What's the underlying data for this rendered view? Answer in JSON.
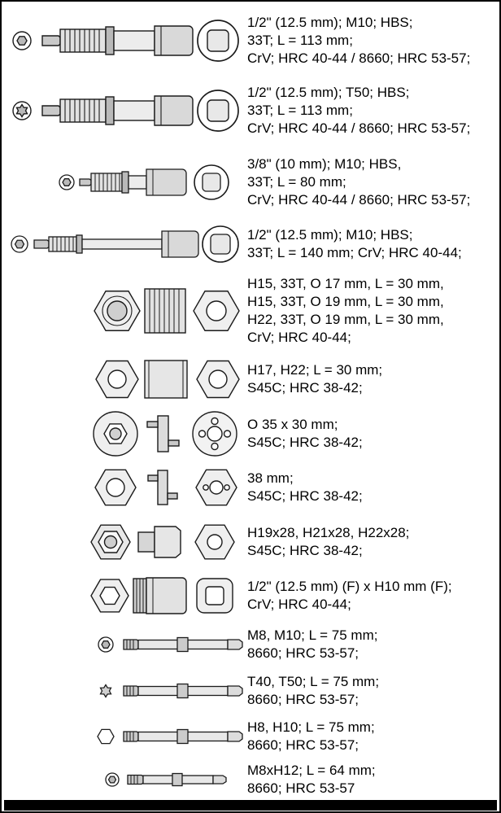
{
  "page": {
    "background": "#ffffff",
    "border_color": "#000000",
    "text_color": "#000000",
    "footer_bar_color": "#000000"
  },
  "rows": [
    {
      "tool": "hex-bit-socket-1-2-113",
      "end_view_icon": "hex-in-circle-icon",
      "lines": [
        "1/2\" (12.5 mm); M10; HBS;",
        "33T; L = 113 mm;",
        "CrV; HRC 40-44 / 8660; HRC 53-57;"
      ]
    },
    {
      "tool": "torx-bit-socket-1-2-113",
      "end_view_icon": "torx-in-circle-icon",
      "lines": [
        "1/2\" (12.5 mm); T50; HBS;",
        "33T; L = 113 mm;",
        "CrV; HRC 40-44 / 8660; HRC 53-57;"
      ]
    },
    {
      "tool": "hex-bit-socket-3-8-80",
      "end_view_icon": "hex-in-circle-icon",
      "lines": [
        "3/8\" (10 mm); M10; HBS,",
        "33T; L = 80 mm;",
        "CrV; HRC 40-44 / 8660; HRC 53-57;"
      ]
    },
    {
      "tool": "hex-bit-socket-1-2-140",
      "end_view_icon": "hex-in-circle-icon",
      "lines": [
        "1/2\" (12.5 mm); M10; HBS;",
        "33T; L = 140 mm; CrV; HRC 40-44;"
      ]
    },
    {
      "tool": "spline-socket-inserts",
      "lines": [
        "H15, 33T, O 17 mm, L = 30 mm,",
        "H15, 33T, O 19 mm, L = 30 mm,",
        "H22, 33T, O 19 mm, L = 30 mm,",
        "CrV; HRC 40-44;"
      ]
    },
    {
      "tool": "hex-socket-insert",
      "lines": [
        "H17, H22; L = 30 mm;",
        "S45C; HRC 38-42;"
      ]
    },
    {
      "tool": "round-flange-adapter",
      "lines": [
        "O 35 x 30 mm;",
        "S45C; HRC 38-42;"
      ]
    },
    {
      "tool": "hex-flange-adapter",
      "lines": [
        "38 mm;",
        "S45C; HRC 38-42;"
      ]
    },
    {
      "tool": "stepped-hex-adapter",
      "lines": [
        "H19x28, H21x28, H22x28;",
        "S45C; HRC 38-42;"
      ]
    },
    {
      "tool": "square-drive-hex-adapter",
      "lines": [
        "1/2\" (12.5 mm) (F) x H10 mm (F);",
        "CrV; HRC 40-44;"
      ]
    },
    {
      "tool": "spline-bit-75",
      "end_view_icon": "hex-in-circle-icon",
      "lines": [
        "M8, M10; L = 75 mm;",
        "8660; HRC 53-57;"
      ]
    },
    {
      "tool": "torx-bit-75",
      "end_view_icon": "torx-icon",
      "lines": [
        "T40, T50; L = 75 mm;",
        "8660; HRC 53-57;"
      ]
    },
    {
      "tool": "hex-bit-75",
      "end_view_icon": "hexagon-icon",
      "lines": [
        "H8, H10; L = 75 mm;",
        "8660; HRC 53-57;"
      ]
    },
    {
      "tool": "spline-bit-64",
      "end_view_icon": "hex-in-circle-icon",
      "lines": [
        "M8xH12; L = 64 mm;",
        "8660; HRC 53-57"
      ]
    }
  ]
}
